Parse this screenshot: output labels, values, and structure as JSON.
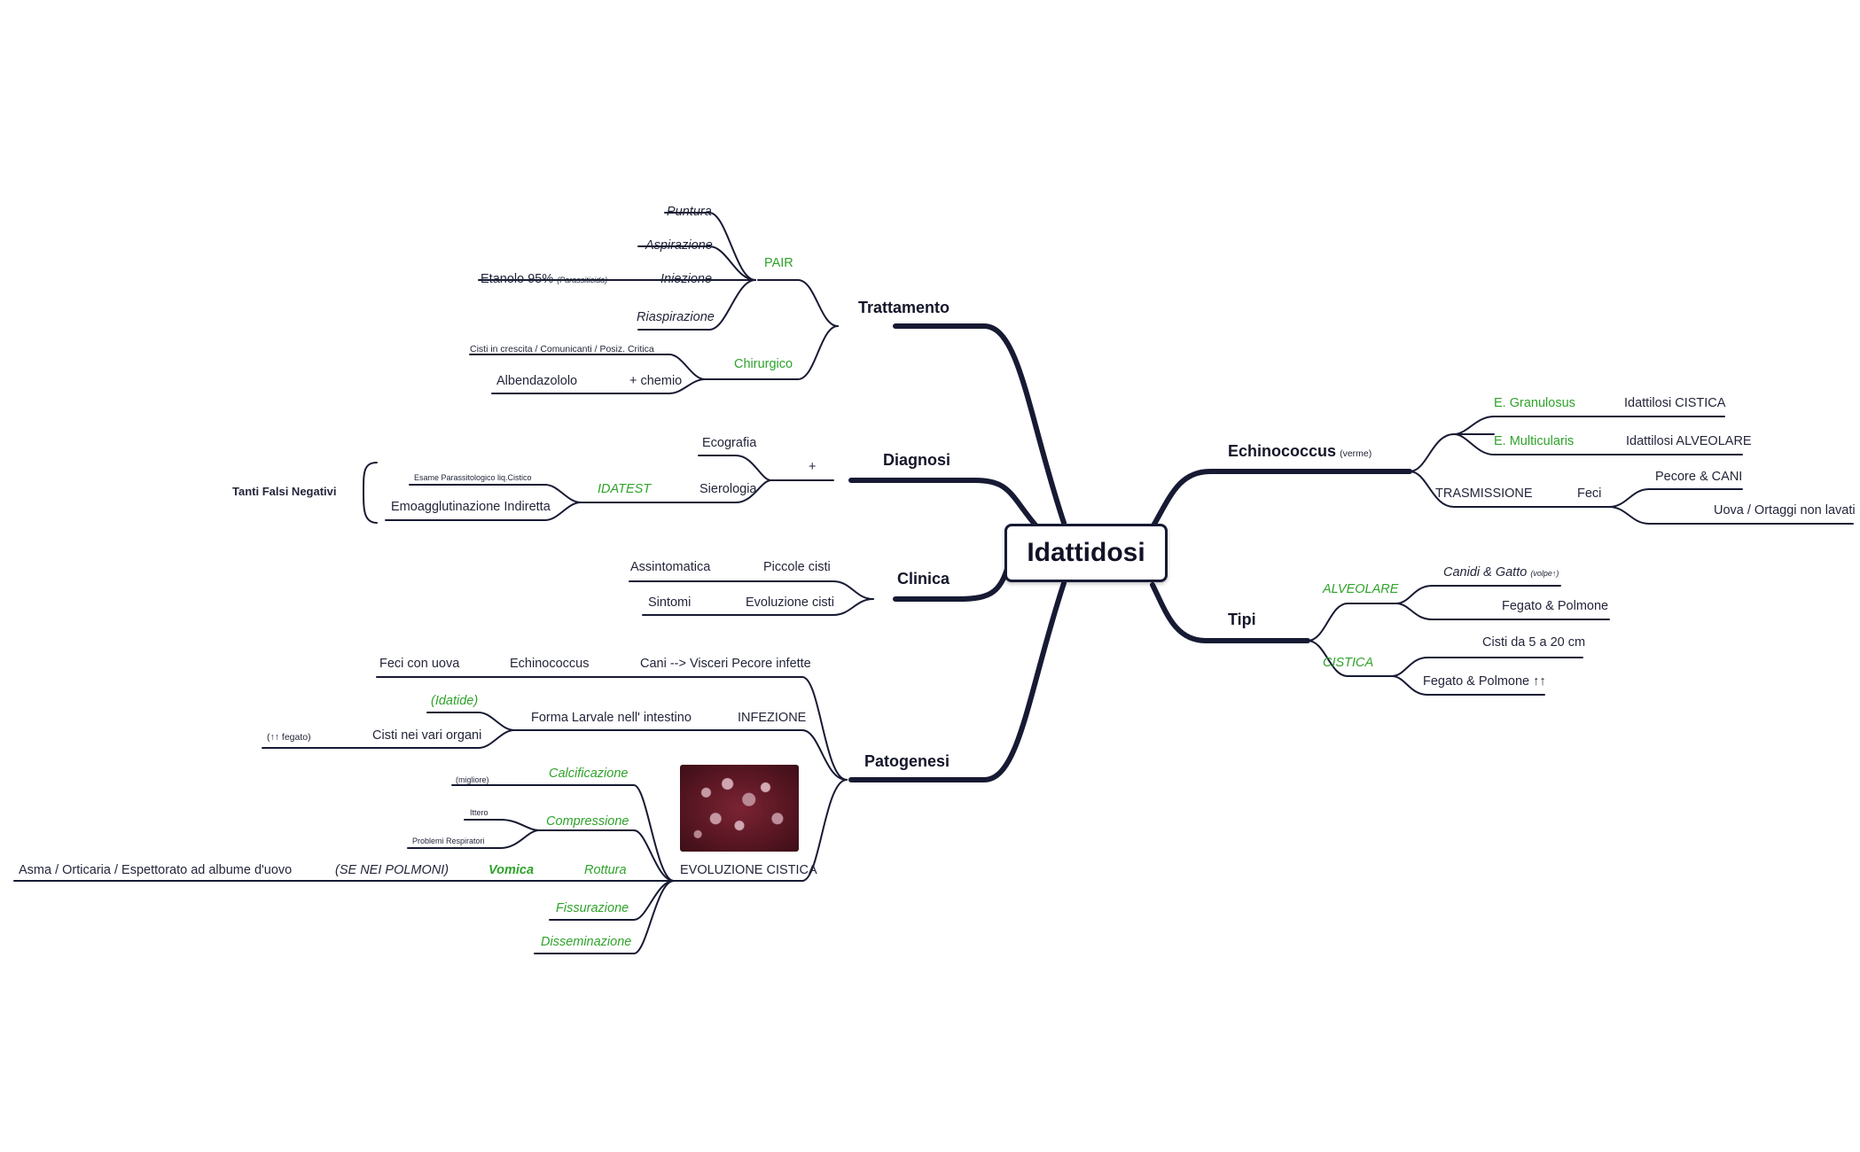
{
  "root": "Idattidosi",
  "branches": {
    "trattamento": "Trattamento",
    "diagnosi": "Diagnosi",
    "clinica": "Clinica",
    "patogenesi": "Patogenesi",
    "echinococcus": "Echinococcus",
    "echinococcus_note": "(verme)",
    "tipi": "Tipi"
  },
  "trattamento": {
    "pair": "PAIR",
    "puntura": "Puntura",
    "aspirazione": "Aspirazione",
    "iniezione": "Iniezione",
    "etanolo": "Etanolo 95%",
    "parassiticida": "(Parassiticida)",
    "riaspirazione": "Riaspirazione",
    "chirurgico": "Chirurgico",
    "cisti_crescita": "Cisti in crescita / Comunicanti / Posiz. Critica",
    "chemio": "+ chemio",
    "albendazololo": "Albendazololo"
  },
  "diagnosi": {
    "plus": "+",
    "ecografia": "Ecografia",
    "sierologia": "Sierologia",
    "idatest": "IDATEST",
    "esame": "Esame Parassitologico liq.Cistico",
    "emoagglutinazione": "Emoagglutinazione Indiretta",
    "falsi_negativi": "Tanti Falsi Negativi"
  },
  "clinica": {
    "piccole_cisti": "Piccole cisti",
    "assintomatica": "Assintomatica",
    "evoluzione_cisti": "Evoluzione cisti",
    "sintomi": "Sintomi"
  },
  "patogenesi": {
    "cani": "Cani --> Visceri Pecore infette",
    "echinococcus": "Echinococcus",
    "feci_uova": "Feci con uova",
    "infezione": "INFEZIONE",
    "forma_larvale": "Forma Larvale nell' intestino",
    "idatide": "(Idatide)",
    "cisti_organi": "Cisti nei vari organi",
    "fegato_up": "(↑↑ fegato)",
    "evoluzione_cistica": "EVOLUZIONE CISTICA",
    "calcificazione": "Calcificazione",
    "migliore": "(migliore)",
    "compressione": "Compressione",
    "ittero": "Ittero",
    "problemi_resp": "Problemi Respiratori",
    "rottura": "Rottura",
    "vomica": "Vomica",
    "se_polmoni": "(SE NEI POLMONI)",
    "asma": "Asma / Orticaria / Espettorato ad albume d'uovo",
    "fissurazione": "Fissurazione",
    "disseminazione": "Disseminazione"
  },
  "echinococcus": {
    "granulosus": "E. Granulosus",
    "cistica": "Idattilosi CISTICA",
    "multicularis": "E. Multicularis",
    "alveolare": "Idattilosi ALVEOLARE",
    "trasmissione": "TRASMISSIONE",
    "feci": "Feci",
    "pecore": "Pecore & CANI",
    "uova": "Uova / Ortaggi non lavati"
  },
  "tipi": {
    "alveolare": "ALVEOLARE",
    "canidi": "Canidi & Gatto",
    "volpe": "(volpe↑)",
    "fegato_polmone": "Fegato & Polmone",
    "cistica": "CISTICA",
    "cisti_cm": "Cisti da 5 a 20 cm",
    "fegato_polmone_up": "Fegato & Polmone ↑↑"
  },
  "colors": {
    "line": "#171a33",
    "accent": "#2fa32b",
    "text": "#23263a"
  }
}
